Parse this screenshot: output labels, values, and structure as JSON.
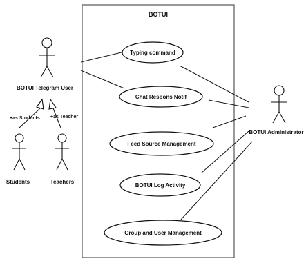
{
  "system": {
    "title": "BOTUI"
  },
  "actors": {
    "telegram_user": "BOTUI Telegram User",
    "students": "Students",
    "teachers": "Teachers",
    "administrator": "BOTUI Administrator"
  },
  "generalizations": {
    "students_label": "+as Students",
    "teacher_label": "+as Teacher"
  },
  "use_cases": [
    {
      "label": "Typing command"
    },
    {
      "label": "Chat Respons Notif"
    },
    {
      "label": "Feed Source Management"
    },
    {
      "label": "BOTUI Log Activity"
    },
    {
      "label": "Group and User Management"
    }
  ],
  "colors": {
    "stroke": "#111111",
    "background": "#ffffff",
    "system_border": "#555555"
  }
}
